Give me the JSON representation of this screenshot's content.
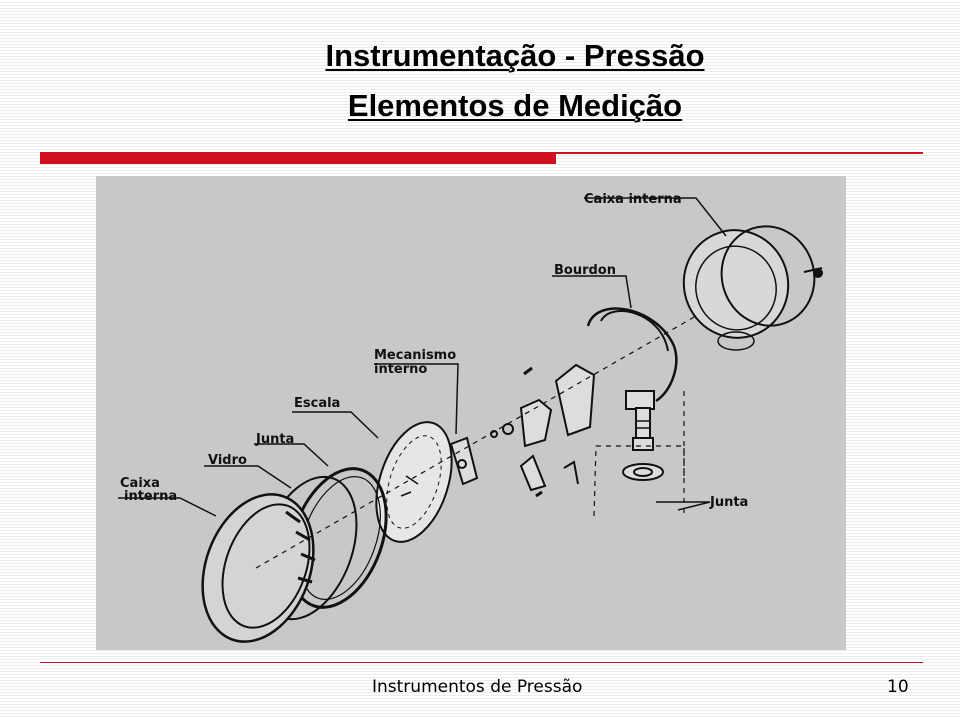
{
  "slide": {
    "title_line1": "Instrumentação - Pressão",
    "title_line2": "Elementos de Medição"
  },
  "diagram": {
    "labels": {
      "caixa_interna_top": "Caixa interna",
      "bourdon": "Bourdon",
      "mecanismo_line1": "Mecanismo",
      "mecanismo_line2": "interno",
      "escala": "Escala",
      "junta_left": "Junta",
      "vidro": "Vidro",
      "caixa_line1": "Caixa",
      "caixa_line2": "interna",
      "junta_right": "Junta"
    }
  },
  "footer": {
    "text": "Instrumentos de Pressão",
    "page": "10"
  },
  "colors": {
    "accent_red": "#d01020",
    "figure_bg": "#c8c8c8"
  }
}
